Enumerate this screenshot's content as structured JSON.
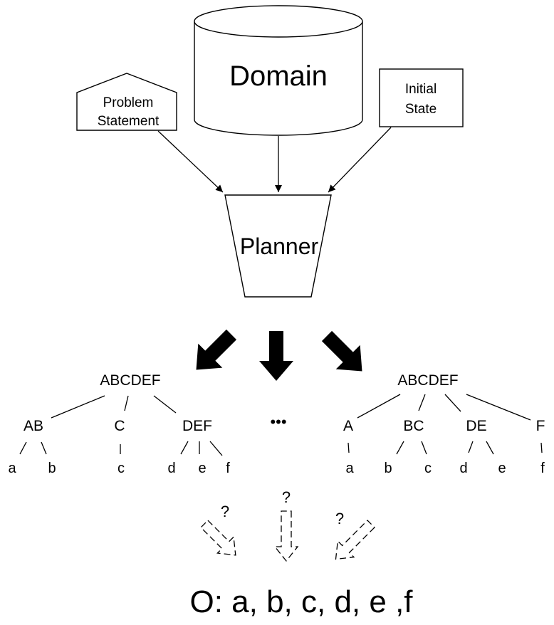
{
  "nodes": {
    "domain": "Domain",
    "problem_statement_line1": "Problem",
    "problem_statement_line2": "Statement",
    "initial_state_line1": "Initial",
    "initial_state_line2": "State",
    "planner": "Planner"
  },
  "ellipsis": "•••",
  "tree_left": {
    "root": "ABCDEF",
    "children": [
      "AB",
      "C",
      "DEF"
    ],
    "leaves": [
      "a",
      "b",
      "c",
      "d",
      "e",
      "f"
    ]
  },
  "tree_right": {
    "root": "ABCDEF",
    "children": [
      "A",
      "BC",
      "DE",
      "F"
    ],
    "leaves": [
      "a",
      "b",
      "c",
      "d",
      "e",
      "f"
    ]
  },
  "question_mark": "?",
  "output": "O: a, b, c, d, e ,f"
}
